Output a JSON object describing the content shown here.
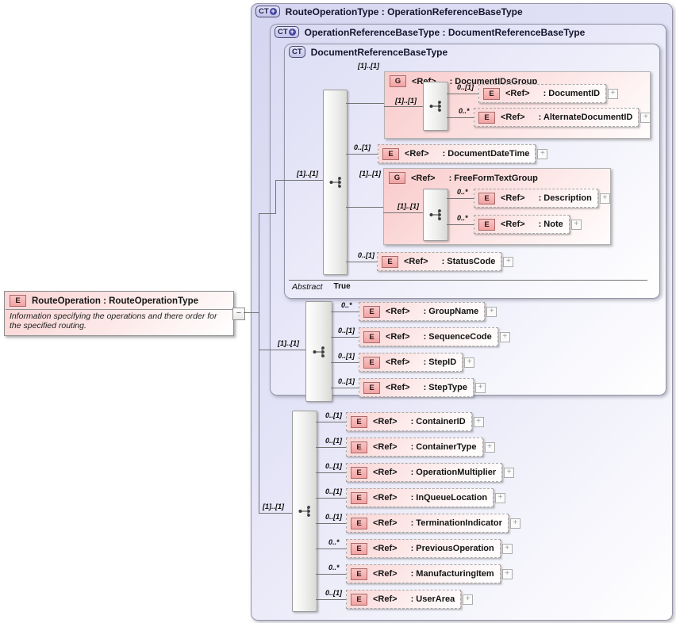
{
  "route_operation": {
    "badge": "E",
    "title": "RouteOperation : RouteOperationType",
    "description": "Information specifying the operations and there order for the specified routing."
  },
  "route_operation_type": {
    "badge": "CT",
    "title": "RouteOperationType : OperationReferenceBaseType"
  },
  "operation_reference_base_type": {
    "badge": "CT",
    "title": "OperationReferenceBaseType : DocumentReferenceBaseType",
    "sequence_card": "[1]..[1]",
    "rows": [
      {
        "badge": "E",
        "ref": "<Ref>",
        "name": ": GroupName",
        "card": "0..*"
      },
      {
        "badge": "E",
        "ref": "<Ref>",
        "name": ": SequenceCode",
        "card": "0..[1]"
      },
      {
        "badge": "E",
        "ref": "<Ref>",
        "name": ": StepID",
        "card": "0..[1]"
      },
      {
        "badge": "E",
        "ref": "<Ref>",
        "name": ": StepType",
        "card": "0..[1]"
      }
    ]
  },
  "document_reference_base_type": {
    "badge": "CT",
    "title": "DocumentReferenceBaseType",
    "sequence_card": "[1]..[1]",
    "abstract_label": "Abstract",
    "abstract_value": "True",
    "document_ids_group": {
      "badge": "G",
      "ref": "<Ref>",
      "name": ": DocumentIDsGroup",
      "card": "[1]..[1]",
      "sequence_card": "[1]..[1]",
      "rows": [
        {
          "badge": "E",
          "ref": "<Ref>",
          "name": ": DocumentID",
          "card": "0..[1]"
        },
        {
          "badge": "E",
          "ref": "<Ref>",
          "name": ": AlternateDocumentID",
          "card": "0..*"
        }
      ]
    },
    "document_date_time": {
      "badge": "E",
      "ref": "<Ref>",
      "name": ": DocumentDateTime",
      "card": "0..[1]"
    },
    "free_form_text_group": {
      "badge": "G",
      "ref": "<Ref>",
      "name": ": FreeFormTextGroup",
      "card": "[1]..[1]",
      "sequence_card": "[1]..[1]",
      "rows": [
        {
          "badge": "E",
          "ref": "<Ref>",
          "name": ": Description",
          "card": "0..*"
        },
        {
          "badge": "E",
          "ref": "<Ref>",
          "name": ": Note",
          "card": "0..*"
        }
      ]
    },
    "status_code": {
      "badge": "E",
      "ref": "<Ref>",
      "name": ": StatusCode",
      "card": "0..[1]"
    }
  },
  "local_sequence": {
    "sequence_card": "[1]..[1]",
    "rows": [
      {
        "badge": "E",
        "ref": "<Ref>",
        "name": ": ContainerID",
        "card": "0..[1]"
      },
      {
        "badge": "E",
        "ref": "<Ref>",
        "name": ": ContainerType",
        "card": "0..[1]"
      },
      {
        "badge": "E",
        "ref": "<Ref>",
        "name": ": OperationMultiplier",
        "card": "0..[1]"
      },
      {
        "badge": "E",
        "ref": "<Ref>",
        "name": ": InQueueLocation",
        "card": "0..[1]"
      },
      {
        "badge": "E",
        "ref": "<Ref>",
        "name": ": TerminationIndicator",
        "card": "0..[1]"
      },
      {
        "badge": "E",
        "ref": "<Ref>",
        "name": ": PreviousOperation",
        "card": "0..*"
      },
      {
        "badge": "E",
        "ref": "<Ref>",
        "name": ": ManufacturingItem",
        "card": "0..*"
      },
      {
        "badge": "E",
        "ref": "<Ref>",
        "name": ": UserArea",
        "card": "0..[1]"
      }
    ]
  },
  "colors": {
    "lavender_fill": "#d5d5f1",
    "pink_fill": "#fad6d6",
    "badge_pink": "#f2a2a2",
    "badge_blue": "#c3c3ea",
    "plus_circle": "#4747a2",
    "connector": "#737373"
  }
}
